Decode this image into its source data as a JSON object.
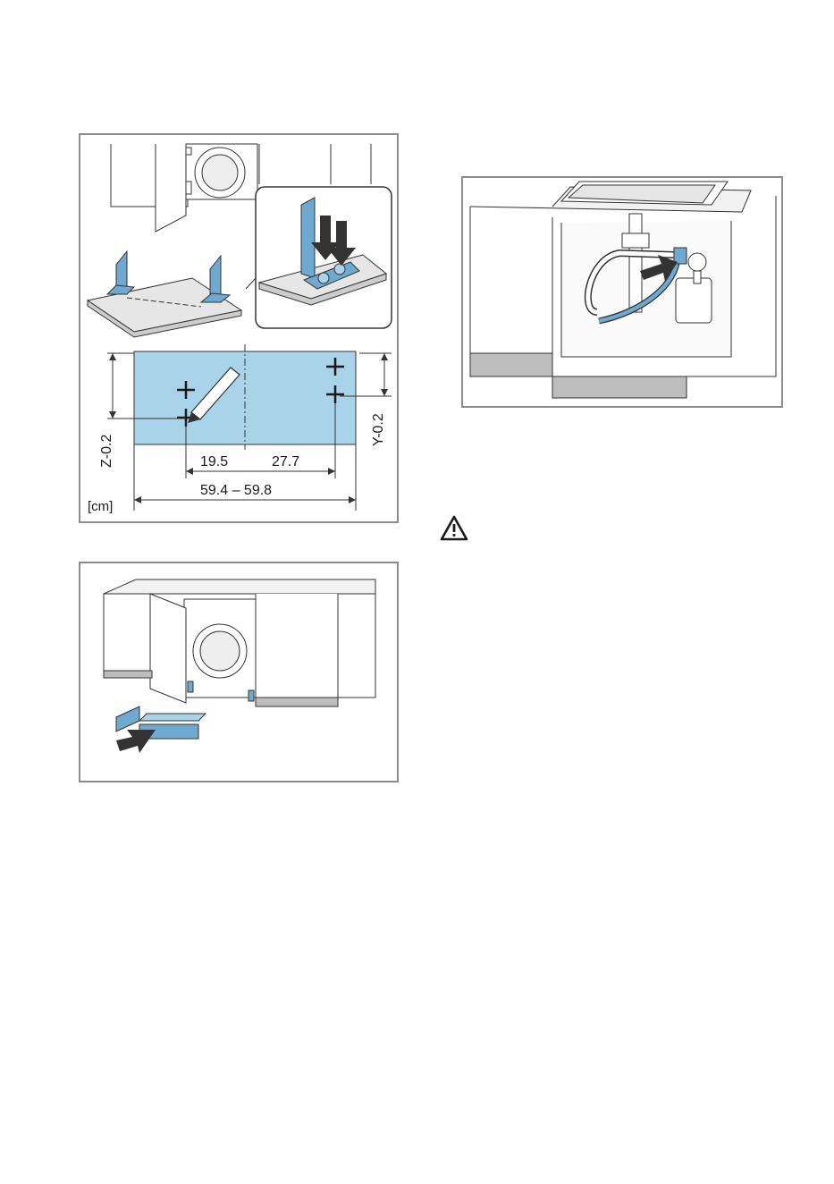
{
  "figures": {
    "fig1": {
      "dimensions": {
        "z_label": "Z-0.2",
        "y_label": "Y-0.2",
        "dim_left": "19.5",
        "dim_right": "27.7",
        "dim_total": "59.4 – 59.8",
        "unit": "[cm]"
      }
    }
  },
  "icons": {
    "warning": "warning-triangle-icon",
    "arrow": "push-arrow-icon",
    "pencil": "pencil-icon"
  },
  "colors": {
    "accent_blue": "#a9d3e8",
    "part_blue": "#6fa9cf",
    "frame_gray": "#8c8c8c",
    "line": "#333333"
  }
}
